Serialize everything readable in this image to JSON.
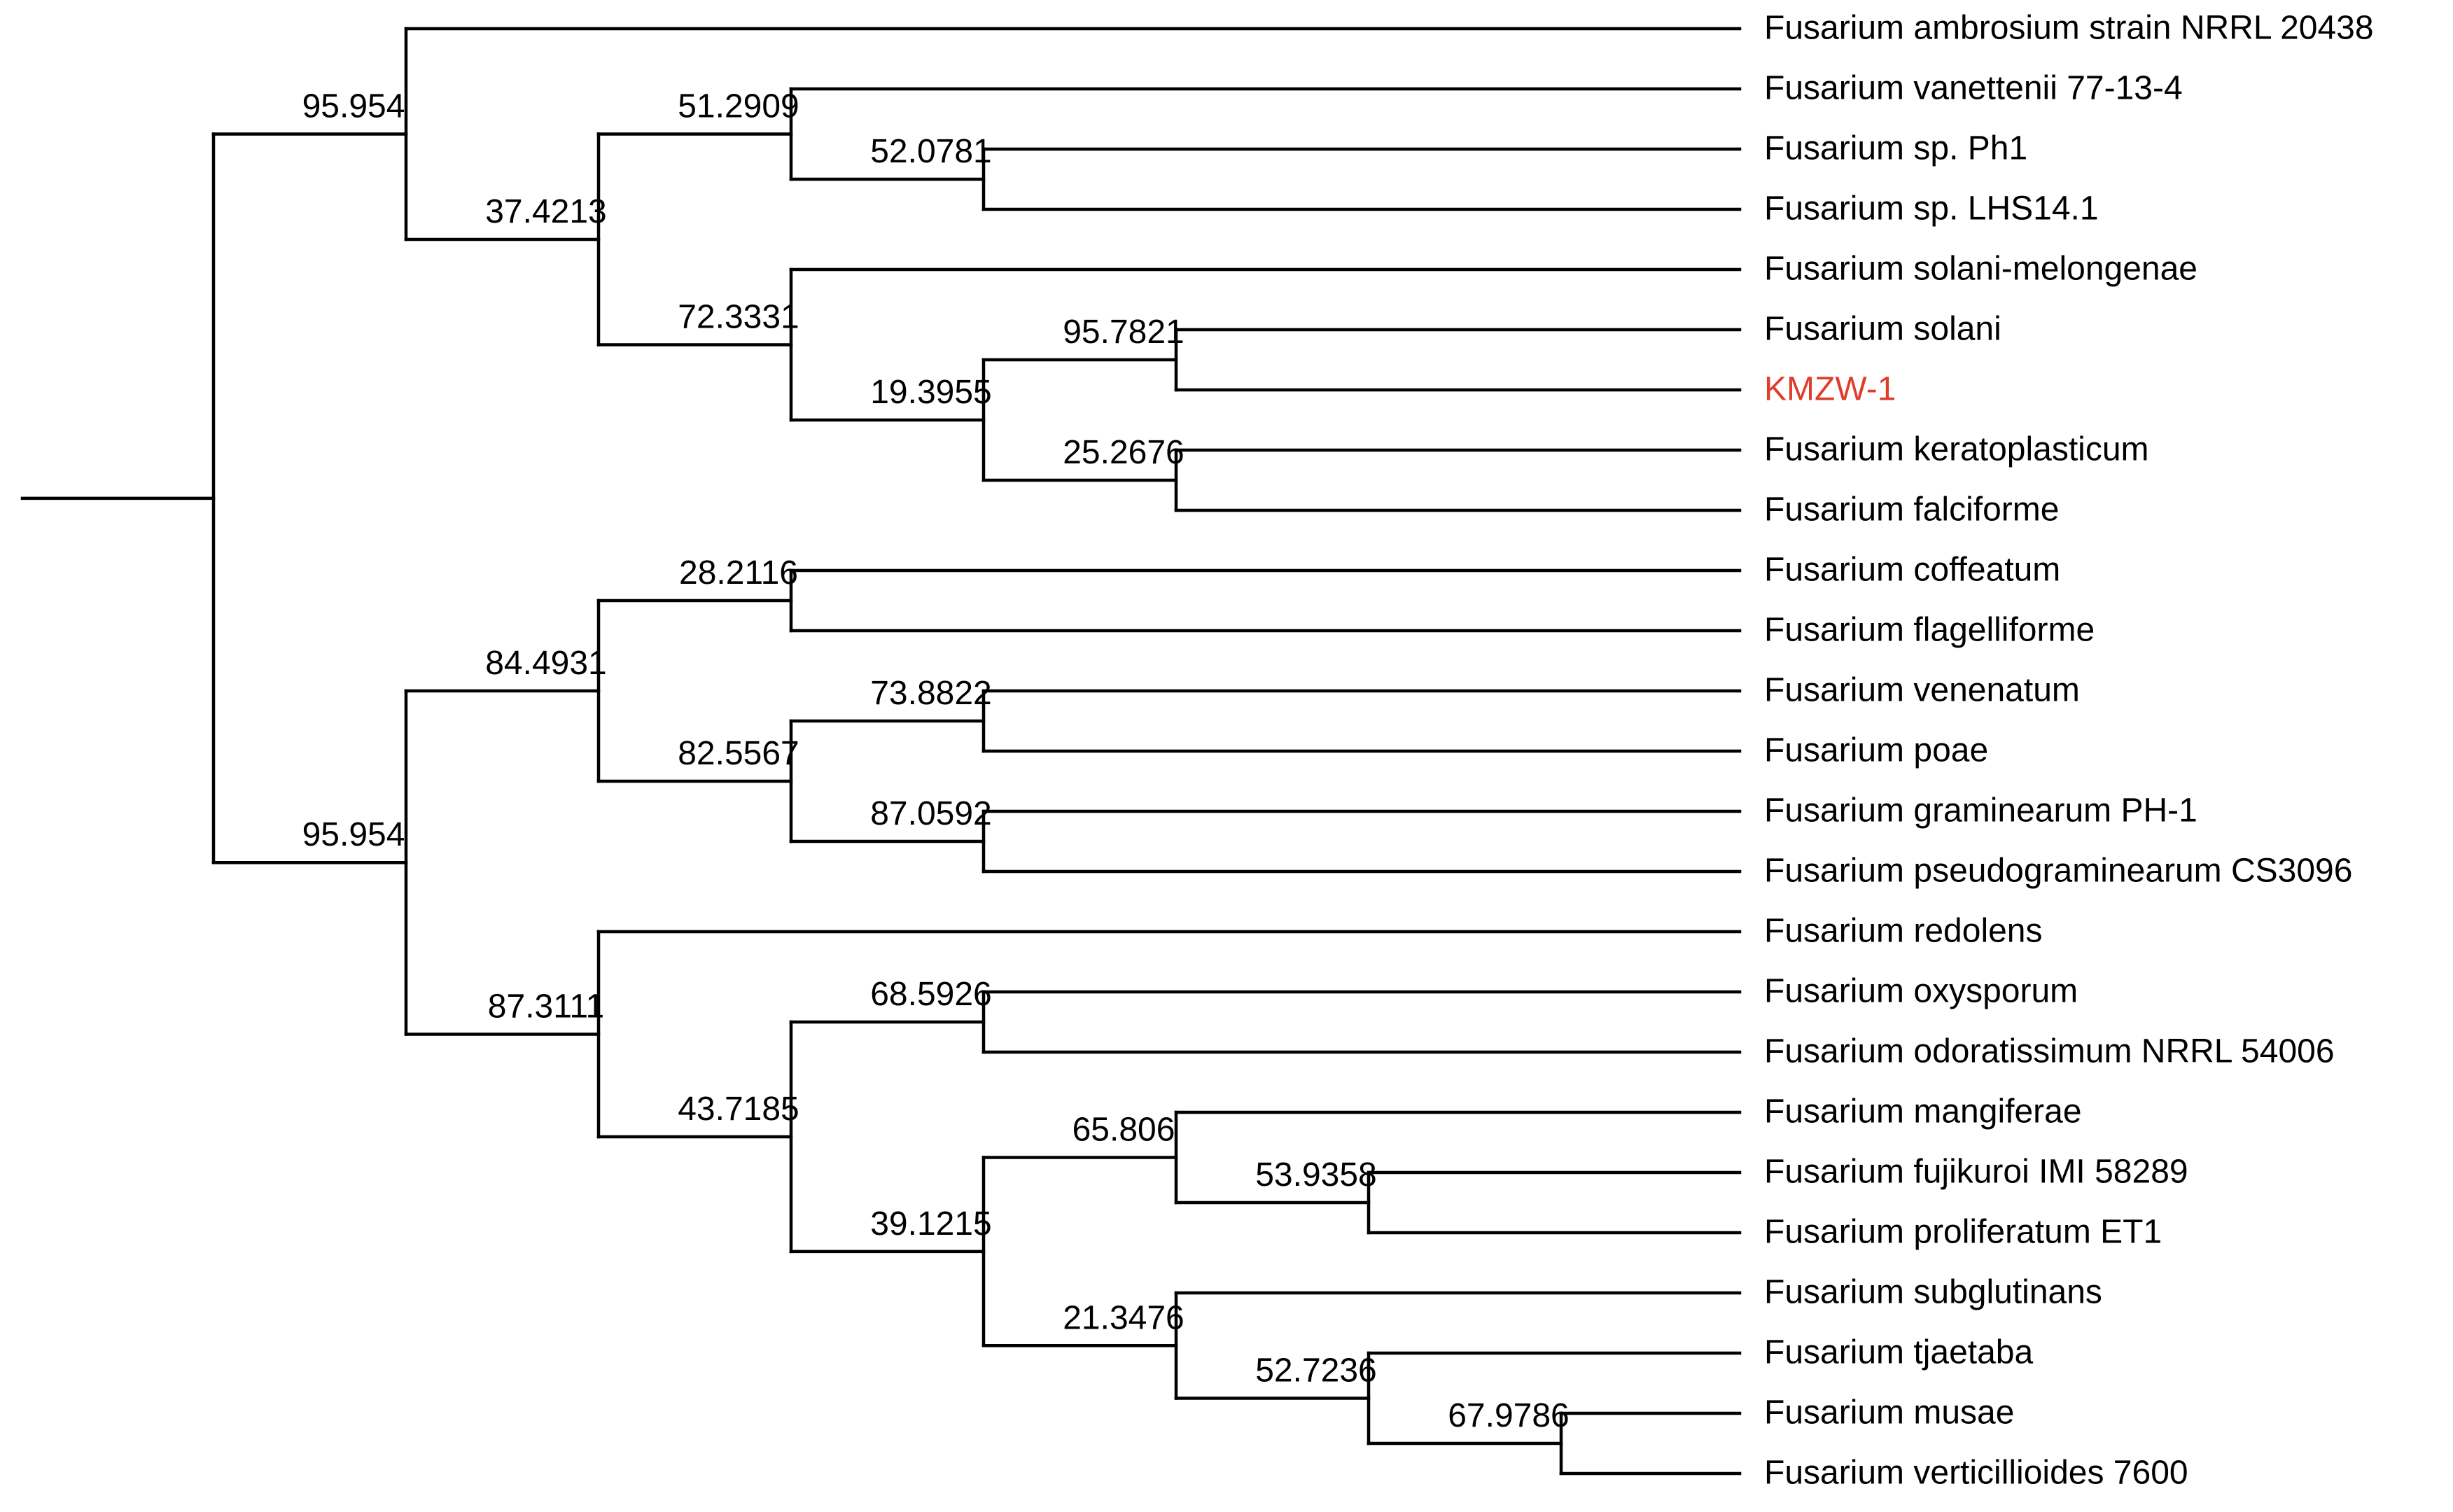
{
  "colors": {
    "branch": "#000000",
    "text": "#000000",
    "highlight": "#e03c2c"
  },
  "tree": {
    "children": [
      {
        "support": "95.954",
        "children": [
          {
            "name": "Fusarium ambrosium strain NRRL 20438"
          },
          {
            "support": "37.4213",
            "children": [
              {
                "support": "51.2909",
                "children": [
                  {
                    "name": "Fusarium vanettenii 77-13-4"
                  },
                  {
                    "support": "52.0781",
                    "children": [
                      {
                        "name": "Fusarium sp. Ph1"
                      },
                      {
                        "name": "Fusarium sp. LHS14.1"
                      }
                    ]
                  }
                ]
              },
              {
                "support": "72.3331",
                "children": [
                  {
                    "name": "Fusarium solani-melongenae"
                  },
                  {
                    "support": "19.3955",
                    "children": [
                      {
                        "support": "95.7821",
                        "children": [
                          {
                            "name": "Fusarium solani"
                          },
                          {
                            "name": "KMZW-1",
                            "highlight": true
                          }
                        ]
                      },
                      {
                        "support": "25.2676",
                        "children": [
                          {
                            "name": "Fusarium keratoplasticum"
                          },
                          {
                            "name": "Fusarium falciforme"
                          }
                        ]
                      }
                    ]
                  }
                ]
              }
            ]
          }
        ]
      },
      {
        "support": "95.954",
        "children": [
          {
            "support": "84.4931",
            "children": [
              {
                "support": "28.2116",
                "children": [
                  {
                    "name": "Fusarium coffeatum"
                  },
                  {
                    "name": "Fusarium flagelliforme"
                  }
                ]
              },
              {
                "support": "82.5567",
                "children": [
                  {
                    "support": "73.8822",
                    "children": [
                      {
                        "name": "Fusarium venenatum"
                      },
                      {
                        "name": "Fusarium poae"
                      }
                    ]
                  },
                  {
                    "support": "87.0592",
                    "children": [
                      {
                        "name": "Fusarium graminearum PH-1"
                      },
                      {
                        "name": "Fusarium pseudograminearum CS3096"
                      }
                    ]
                  }
                ]
              }
            ]
          },
          {
            "support": "87.3111",
            "children": [
              {
                "name": "Fusarium redolens"
              },
              {
                "support": "43.7185",
                "children": [
                  {
                    "support": "68.5926",
                    "children": [
                      {
                        "name": "Fusarium oxysporum"
                      },
                      {
                        "name": "Fusarium odoratissimum NRRL 54006"
                      }
                    ]
                  },
                  {
                    "support": "39.1215",
                    "children": [
                      {
                        "support": "65.806",
                        "children": [
                          {
                            "name": "Fusarium mangiferae"
                          },
                          {
                            "support": "53.9358",
                            "children": [
                              {
                                "name": "Fusarium fujikuroi IMI 58289"
                              },
                              {
                                "name": "Fusarium proliferatum ET1"
                              }
                            ]
                          }
                        ]
                      },
                      {
                        "support": "21.3476",
                        "children": [
                          {
                            "name": "Fusarium subglutinans"
                          },
                          {
                            "support": "52.7236",
                            "children": [
                              {
                                "name": "Fusarium tjaetaba"
                              },
                              {
                                "support": "67.9786",
                                "children": [
                                  {
                                    "name": "Fusarium musae"
                                  },
                                  {
                                    "name": "Fusarium verticillioides 7600"
                                  }
                                ]
                              }
                            ]
                          }
                        ]
                      }
                    ]
                  }
                ]
              }
            ]
          }
        ]
      }
    ]
  }
}
